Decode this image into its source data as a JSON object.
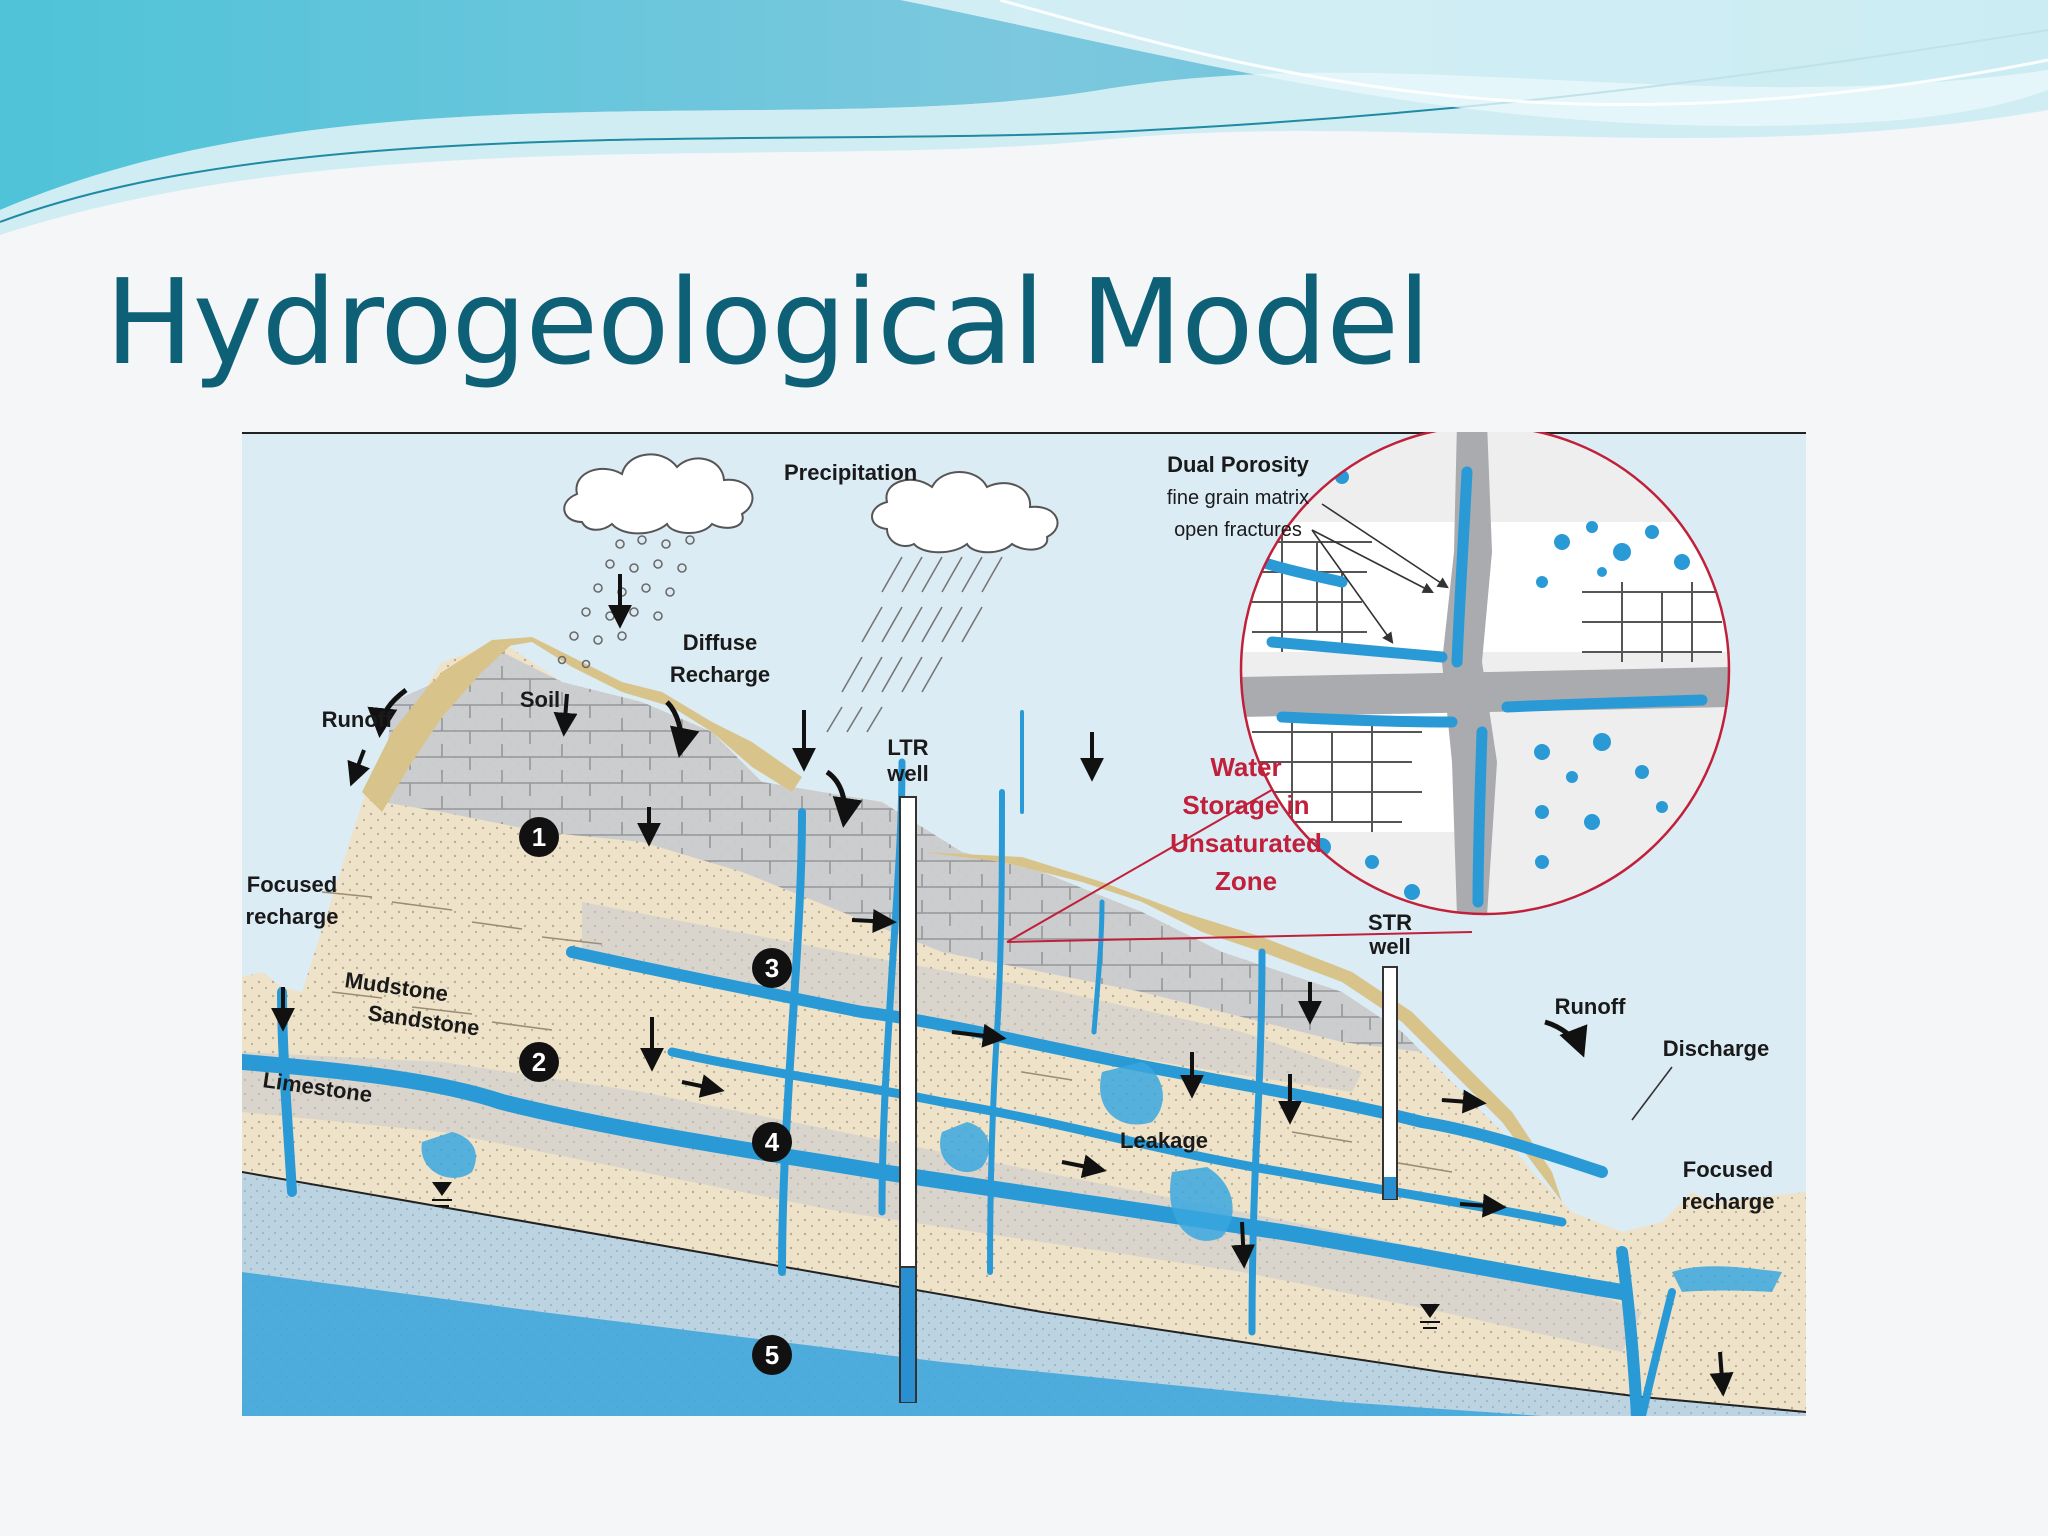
{
  "slide": {
    "title": "Hydrogeological Model"
  },
  "diagram": {
    "labels": {
      "precipitation": "Precipitation",
      "diffuse_recharge": [
        "Diffuse",
        "Recharge"
      ],
      "soil": "Soil",
      "runoff_left": "Runoff",
      "runoff_right": "Runoff",
      "focused_recharge_left": [
        "Focused",
        "recharge"
      ],
      "focused_recharge_right": [
        "Focused",
        "recharge"
      ],
      "mudstone": "Mudstone",
      "sandstone": "Sandstone",
      "limestone": "Limestone",
      "ltr_well": [
        "LTR",
        "well"
      ],
      "str_well": [
        "STR",
        "well"
      ],
      "leakage": "Leakage",
      "discharge": "Discharge",
      "dual_porosity": "Dual Porosity",
      "fine_grain_matrix": "fine grain matrix",
      "open_fractures": "open fractures",
      "water_storage": [
        "Water",
        "Storage in",
        "Unsaturated",
        "Zone"
      ]
    },
    "markers": [
      "1",
      "2",
      "3",
      "4",
      "5"
    ],
    "colors": {
      "title": "#0e6077",
      "sky": "#dcecf5",
      "water": "#2a9ad6",
      "sandstone": "#eee2c8",
      "limestone": "#c9cbcf",
      "soil": "#d8c48a",
      "saturated": "#bcd4e2",
      "callout_red": "#c0203a"
    }
  }
}
